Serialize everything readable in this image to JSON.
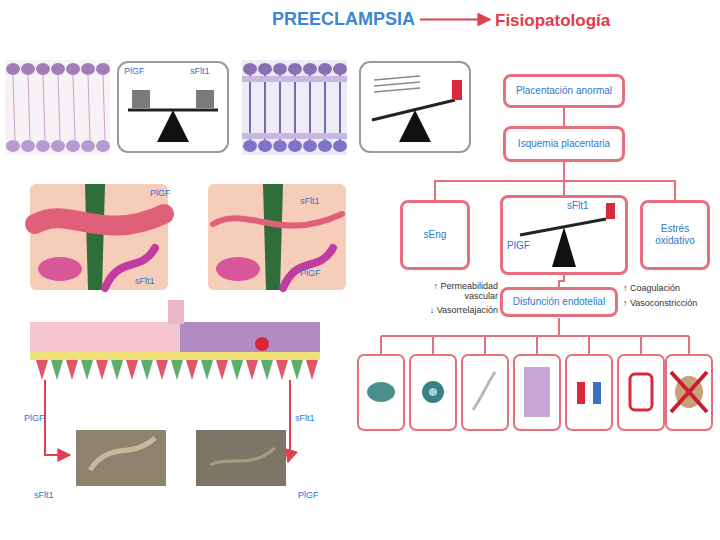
{
  "diagram": {
    "title": "PREECLAMPSIA",
    "nodes": [
      {
        "text": [
          "Placentación anormal"
        ]
      },
      {
        "text": [
          "Isquemia placentaria"
        ]
      },
      {
        "text": [
          "sEng"
        ]
      },
      {
        "text": [
          "PlGF",
          "sFlt1"
        ]
      },
      {
        "text": [
          "Estrés oxidativo"
        ]
      },
      {
        "text": [
          "Disfunción endotelial"
        ]
      }
    ],
    "edges": [
      {
        "from": 0,
        "to": 1,
        "arrow": "none"
      },
      {
        "from": 1,
        "to": 2,
        "arrow": "none"
      },
      {
        "from": 1,
        "to": 3,
        "arrow": "none"
      },
      {
        "from": 1,
        "to": 4,
        "arrow": "none"
      },
      {
        "from": 3,
        "to": 5,
        "arrow": "none"
      }
    ],
    "labels": [
      "Fisiopatología",
      "PlGF",
      "sFlt1",
      "PlGF",
      "sFlt1",
      "sFlt1",
      "PlGF",
      "PlGF",
      "sFlt1",
      "sFlt1",
      "PlGF",
      "↑ Permeabilidad vascular",
      "↓ Vasorrelajación",
      "↑ Coagulación",
      "↑ Vasoconstricción"
    ]
  }
}
